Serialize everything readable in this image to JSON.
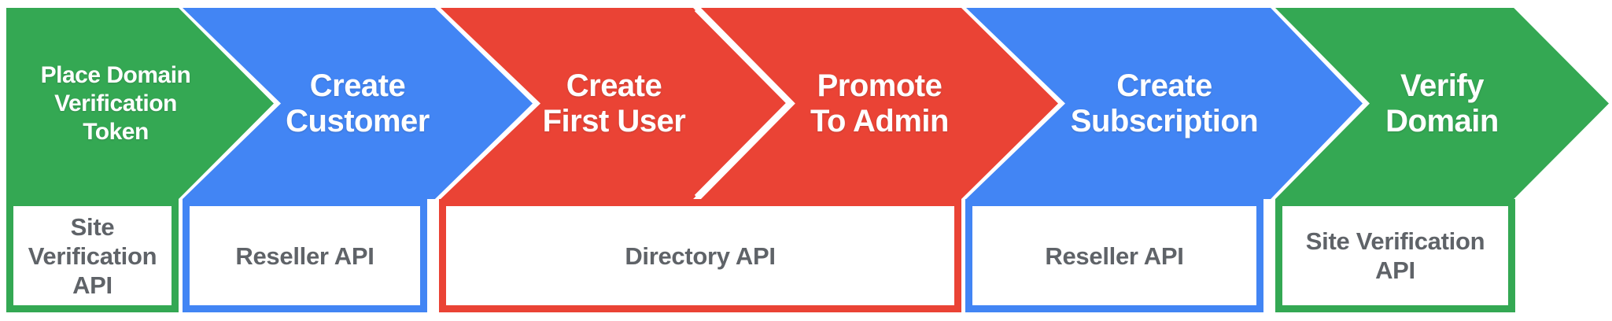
{
  "diagram_type": "process-flow-chevrons",
  "colors": {
    "green": "#34A853",
    "blue": "#4285F4",
    "red": "#EA4335",
    "api_text_gray": "#5F6368",
    "step_text": "#FFFFFF",
    "background": "#FFFFFF"
  },
  "steps": [
    {
      "name": "place-domain-verification-token",
      "label": "Place Domain\nVerification\nToken",
      "color": "#34A853"
    },
    {
      "name": "create-customer",
      "label": "Create\nCustomer",
      "color": "#4285F4"
    },
    {
      "name": "create-first-user",
      "label": "Create\nFirst User",
      "color": "#EA4335"
    },
    {
      "name": "promote-to-admin",
      "label": "Promote\nTo Admin",
      "color": "#EA4335"
    },
    {
      "name": "create-subscription",
      "label": "Create\nSubscription",
      "color": "#4285F4"
    },
    {
      "name": "verify-domain",
      "label": "Verify\nDomain",
      "color": "#34A853"
    }
  ],
  "api_boxes": [
    {
      "name": "site-verification-api-left",
      "label": "Site\nVerification\nAPI",
      "color": "#34A853"
    },
    {
      "name": "reseller-api-left",
      "label": "Reseller API",
      "color": "#4285F4"
    },
    {
      "name": "directory-api",
      "label": "Directory API",
      "color": "#EA4335"
    },
    {
      "name": "reseller-api-right",
      "label": "Reseller API",
      "color": "#4285F4"
    },
    {
      "name": "site-verification-api-right",
      "label": "Site Verification\nAPI",
      "color": "#34A853"
    }
  ]
}
